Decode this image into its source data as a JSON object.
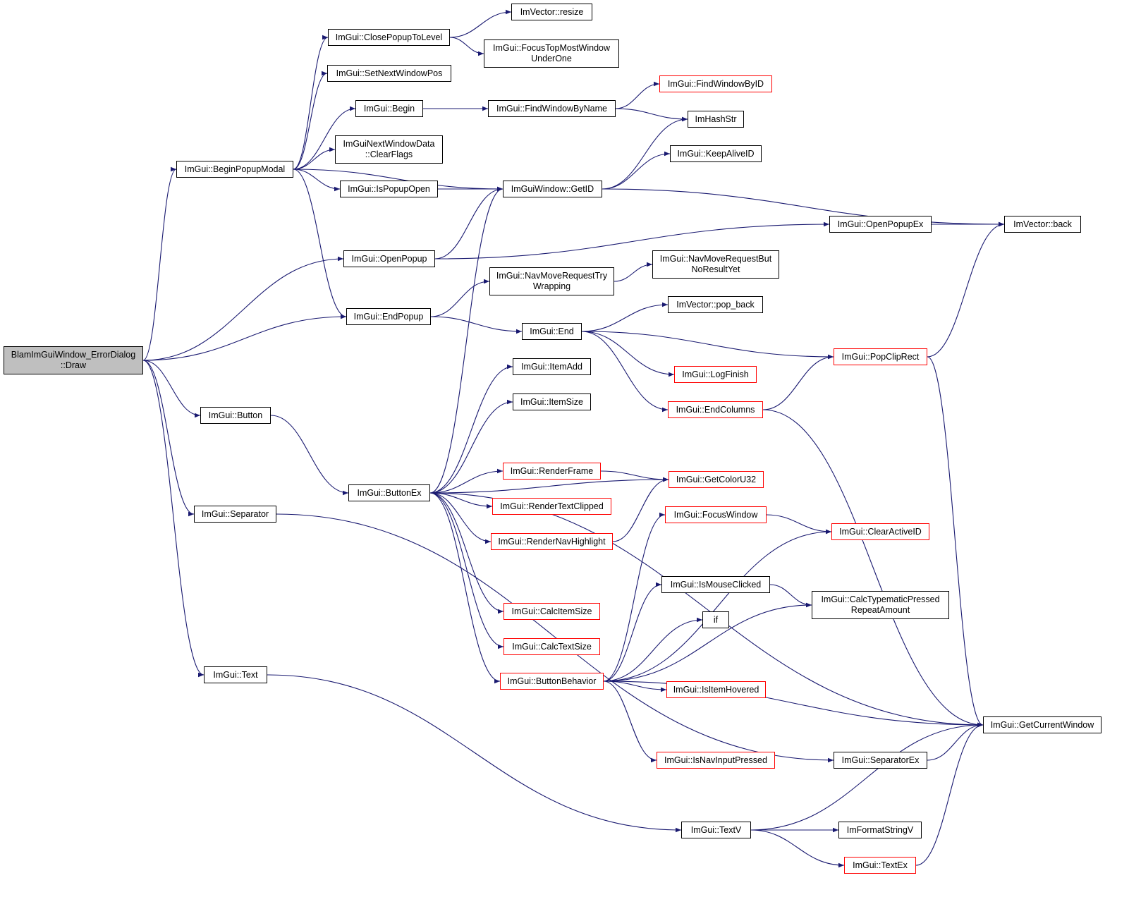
{
  "colors": {
    "edge": "#191970",
    "border_default": "#000000",
    "border_truncated": "#ff0000",
    "root_fill": "#bfbfbf"
  },
  "nodes": [
    {
      "id": "draw",
      "label": "BlamImGuiWindow_ErrorDialog\n::Draw",
      "style": "root"
    },
    {
      "id": "beginpopupmodal",
      "label": "ImGui::BeginPopupModal",
      "style": "normal"
    },
    {
      "id": "openpopup",
      "label": "ImGui::OpenPopup",
      "style": "normal"
    },
    {
      "id": "endpopup",
      "label": "ImGui::EndPopup",
      "style": "normal"
    },
    {
      "id": "button",
      "label": "ImGui::Button",
      "style": "normal"
    },
    {
      "id": "separator",
      "label": "ImGui::Separator",
      "style": "normal"
    },
    {
      "id": "text",
      "label": "ImGui::Text",
      "style": "normal"
    },
    {
      "id": "closepopuptolevel",
      "label": "ImGui::ClosePopupToLevel",
      "style": "normal"
    },
    {
      "id": "setnextwindowpos",
      "label": "ImGui::SetNextWindowPos",
      "style": "normal"
    },
    {
      "id": "begin",
      "label": "ImGui::Begin",
      "style": "normal"
    },
    {
      "id": "clearflags",
      "label": "ImGuiNextWindowData\n::ClearFlags",
      "style": "normal"
    },
    {
      "id": "ispopupopen",
      "label": "ImGui::IsPopupOpen",
      "style": "normal"
    },
    {
      "id": "buttonex",
      "label": "ImGui::ButtonEx",
      "style": "normal"
    },
    {
      "id": "imvector_resize",
      "label": "ImVector::resize",
      "style": "normal"
    },
    {
      "id": "focustopmost",
      "label": "ImGui::FocusTopMostWindow\nUnderOne",
      "style": "normal"
    },
    {
      "id": "findwindowbyname",
      "label": "ImGui::FindWindowByName",
      "style": "normal"
    },
    {
      "id": "getid",
      "label": "ImGuiWindow::GetID",
      "style": "normal"
    },
    {
      "id": "navmovetrywrap",
      "label": "ImGui::NavMoveRequestTry\nWrapping",
      "style": "normal"
    },
    {
      "id": "end",
      "label": "ImGui::End",
      "style": "normal"
    },
    {
      "id": "itemadd",
      "label": "ImGui::ItemAdd",
      "style": "normal"
    },
    {
      "id": "itemsize",
      "label": "ImGui::ItemSize",
      "style": "normal"
    },
    {
      "id": "renderframe",
      "label": "ImGui::RenderFrame",
      "style": "truncated"
    },
    {
      "id": "rendertextclipped",
      "label": "ImGui::RenderTextClipped",
      "style": "truncated"
    },
    {
      "id": "rendernavhighlight",
      "label": "ImGui::RenderNavHighlight",
      "style": "truncated"
    },
    {
      "id": "calcitemsize",
      "label": "ImGui::CalcItemSize",
      "style": "truncated"
    },
    {
      "id": "calctextsize",
      "label": "ImGui::CalcTextSize",
      "style": "truncated"
    },
    {
      "id": "buttonbehavior",
      "label": "ImGui::ButtonBehavior",
      "style": "truncated"
    },
    {
      "id": "findwindowbyid",
      "label": "ImGui::FindWindowByID",
      "style": "truncated"
    },
    {
      "id": "imhashstr",
      "label": "ImHashStr",
      "style": "normal"
    },
    {
      "id": "keepaliveid",
      "label": "ImGui::KeepAliveID",
      "style": "normal"
    },
    {
      "id": "navbutnoresult",
      "label": "ImGui::NavMoveRequestBut\nNoResultYet",
      "style": "normal"
    },
    {
      "id": "popback",
      "label": "ImVector::pop_back",
      "style": "normal"
    },
    {
      "id": "logfinish",
      "label": "ImGui::LogFinish",
      "style": "truncated"
    },
    {
      "id": "endcolumns",
      "label": "ImGui::EndColumns",
      "style": "truncated"
    },
    {
      "id": "getcoloru32",
      "label": "ImGui::GetColorU32",
      "style": "truncated"
    },
    {
      "id": "focuswindow",
      "label": "ImGui::FocusWindow",
      "style": "truncated"
    },
    {
      "id": "ismouseclicked",
      "label": "ImGui::IsMouseClicked",
      "style": "normal"
    },
    {
      "id": "if",
      "label": "if",
      "style": "normal"
    },
    {
      "id": "isitemhovered",
      "label": "ImGui::IsItemHovered",
      "style": "truncated"
    },
    {
      "id": "isnavinputpressed",
      "label": "ImGui::IsNavInputPressed",
      "style": "truncated"
    },
    {
      "id": "textv",
      "label": "ImGui::TextV",
      "style": "normal"
    },
    {
      "id": "openpopupex",
      "label": "ImGui::OpenPopupEx",
      "style": "normal"
    },
    {
      "id": "popcliprect",
      "label": "ImGui::PopClipRect",
      "style": "truncated"
    },
    {
      "id": "clearactiveid",
      "label": "ImGui::ClearActiveID",
      "style": "truncated"
    },
    {
      "id": "calctypematic",
      "label": "ImGui::CalcTypematicPressed\nRepeatAmount",
      "style": "normal"
    },
    {
      "id": "separatorex",
      "label": "ImGui::SeparatorEx",
      "style": "normal"
    },
    {
      "id": "imformatstringv",
      "label": "ImFormatStringV",
      "style": "normal"
    },
    {
      "id": "textex",
      "label": "ImGui::TextEx",
      "style": "truncated"
    },
    {
      "id": "imvector_back",
      "label": "ImVector::back",
      "style": "normal"
    },
    {
      "id": "getcurrentwindow",
      "label": "ImGui::GetCurrentWindow",
      "style": "normal"
    }
  ],
  "edges": [
    [
      "draw",
      "beginpopupmodal"
    ],
    [
      "draw",
      "openpopup"
    ],
    [
      "draw",
      "endpopup"
    ],
    [
      "draw",
      "button"
    ],
    [
      "draw",
      "separator"
    ],
    [
      "draw",
      "text"
    ],
    [
      "beginpopupmodal",
      "closepopuptolevel"
    ],
    [
      "beginpopupmodal",
      "setnextwindowpos"
    ],
    [
      "beginpopupmodal",
      "begin"
    ],
    [
      "beginpopupmodal",
      "clearflags"
    ],
    [
      "beginpopupmodal",
      "ispopupopen"
    ],
    [
      "beginpopupmodal",
      "getid"
    ],
    [
      "beginpopupmodal",
      "endpopup"
    ],
    [
      "closepopuptolevel",
      "imvector_resize"
    ],
    [
      "closepopuptolevel",
      "focustopmost"
    ],
    [
      "begin",
      "findwindowbyname"
    ],
    [
      "findwindowbyname",
      "findwindowbyid"
    ],
    [
      "findwindowbyname",
      "imhashstr"
    ],
    [
      "ispopupopen",
      "getid"
    ],
    [
      "getid",
      "imhashstr"
    ],
    [
      "getid",
      "keepaliveid"
    ],
    [
      "getid",
      "imvector_back"
    ],
    [
      "openpopup",
      "getid"
    ],
    [
      "openpopup",
      "openpopupex"
    ],
    [
      "openpopupex",
      "imvector_back"
    ],
    [
      "endpopup",
      "navmovetrywrap"
    ],
    [
      "endpopup",
      "end"
    ],
    [
      "navmovetrywrap",
      "navbutnoresult"
    ],
    [
      "end",
      "popback"
    ],
    [
      "end",
      "popcliprect"
    ],
    [
      "end",
      "logfinish"
    ],
    [
      "end",
      "endcolumns"
    ],
    [
      "popcliprect",
      "imvector_back"
    ],
    [
      "popcliprect",
      "getcurrentwindow"
    ],
    [
      "endcolumns",
      "popcliprect"
    ],
    [
      "endcolumns",
      "getcurrentwindow"
    ],
    [
      "button",
      "buttonex"
    ],
    [
      "buttonex",
      "getid"
    ],
    [
      "buttonex",
      "itemadd"
    ],
    [
      "buttonex",
      "itemsize"
    ],
    [
      "buttonex",
      "getcurrentwindow"
    ],
    [
      "buttonex",
      "renderframe"
    ],
    [
      "buttonex",
      "rendertextclipped"
    ],
    [
      "buttonex",
      "rendernavhighlight"
    ],
    [
      "buttonex",
      "getcoloru32"
    ],
    [
      "buttonex",
      "calcitemsize"
    ],
    [
      "buttonex",
      "calctextsize"
    ],
    [
      "buttonex",
      "buttonbehavior"
    ],
    [
      "renderframe",
      "getcoloru32"
    ],
    [
      "rendernavhighlight",
      "getcoloru32"
    ],
    [
      "buttonbehavior",
      "focuswindow"
    ],
    [
      "buttonbehavior",
      "clearactiveid"
    ],
    [
      "buttonbehavior",
      "ismouseclicked"
    ],
    [
      "buttonbehavior",
      "if"
    ],
    [
      "buttonbehavior",
      "calctypematic"
    ],
    [
      "buttonbehavior",
      "isitemhovered"
    ],
    [
      "buttonbehavior",
      "isnavinputpressed"
    ],
    [
      "buttonbehavior",
      "getcurrentwindow"
    ],
    [
      "focuswindow",
      "clearactiveid"
    ],
    [
      "ismouseclicked",
      "calctypematic"
    ],
    [
      "separator",
      "separatorex"
    ],
    [
      "separatorex",
      "getcurrentwindow"
    ],
    [
      "text",
      "textv"
    ],
    [
      "textv",
      "imformatstringv"
    ],
    [
      "textv",
      "textex"
    ],
    [
      "textv",
      "getcurrentwindow"
    ],
    [
      "textex",
      "getcurrentwindow"
    ]
  ]
}
